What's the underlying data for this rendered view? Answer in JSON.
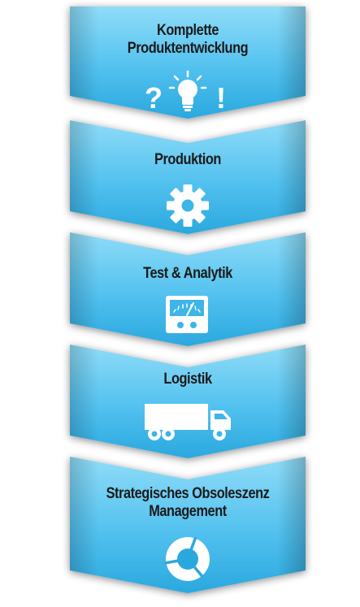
{
  "flow": {
    "steps": [
      {
        "label": "Komplette\nProduktentwicklung",
        "icon": "idea-question-exclamation-icon"
      },
      {
        "label": "Produktion",
        "icon": "gear-icon"
      },
      {
        "label": "Test & Analytik",
        "icon": "measurement-meter-icon"
      },
      {
        "label": "Logistik",
        "icon": "truck-icon"
      },
      {
        "label": "Strategisches Obsoleszenz\nManagement",
        "icon": "cycle-arrows-icon"
      }
    ],
    "colors": {
      "fill_top": "#8fdcf8",
      "fill_bottom": "#2aa8de",
      "edge": "#0e6aa0",
      "icon": "#ffffff",
      "text": "#1a1a1a"
    }
  }
}
